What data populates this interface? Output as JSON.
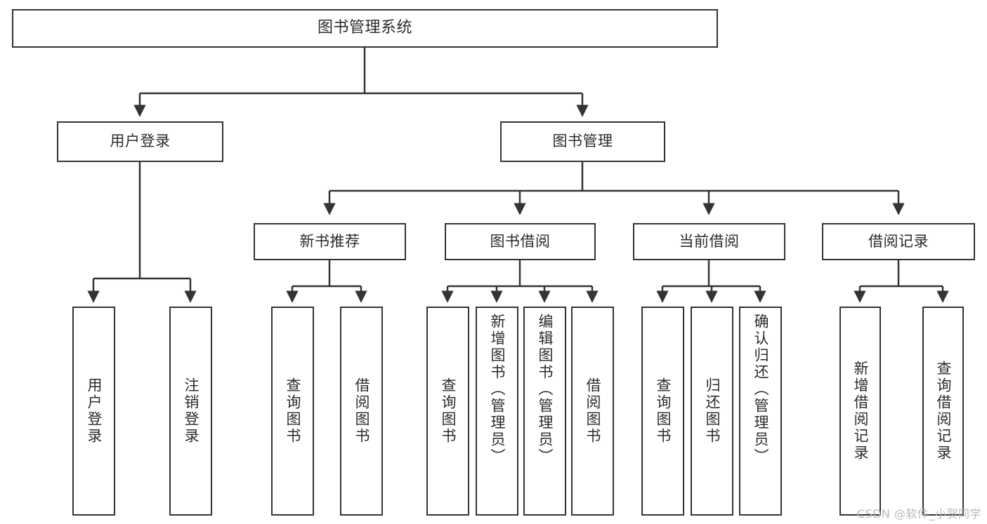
{
  "diagram": {
    "title": "图书管理系统",
    "type": "tree",
    "stroke_color": "#333333",
    "text_color": "#2b2b2b",
    "background": "#ffffff",
    "watermark": "CSDN @软件_小贺同学",
    "nodes": {
      "root": {
        "label": "图书管理系统"
      },
      "level2": [
        {
          "label": "用户登录"
        },
        {
          "label": "图书管理"
        }
      ],
      "level3": [
        {
          "label": "新书推荐"
        },
        {
          "label": "图书借阅"
        },
        {
          "label": "当前借阅"
        },
        {
          "label": "借阅记录"
        }
      ],
      "leaves_user_login": [
        {
          "label": "用户登录"
        },
        {
          "label": "注销登录"
        }
      ],
      "leaves_new_book": [
        {
          "label": "查询图书"
        },
        {
          "label": "借阅图书"
        }
      ],
      "leaves_borrow": [
        {
          "label": "查询图书"
        },
        {
          "label": "新增图书（管理员）"
        },
        {
          "label": "编辑图书（管理员）"
        },
        {
          "label": "借阅图书"
        }
      ],
      "leaves_current": [
        {
          "label": "查询图书"
        },
        {
          "label": "归还图书"
        },
        {
          "label": "确认归还（管理员）"
        }
      ],
      "leaves_records": [
        {
          "label": "新增借阅记录"
        },
        {
          "label": "查询借阅记录"
        }
      ]
    }
  }
}
